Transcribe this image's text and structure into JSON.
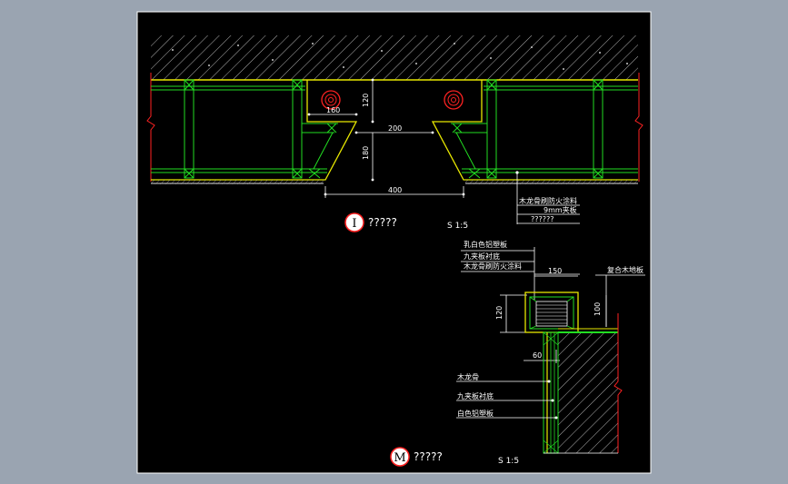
{
  "colors": {
    "background": "#9aa4b1",
    "canvas": "#000000",
    "frame": "#ffffff",
    "green": "#22dd22",
    "yellow": "#e8e800",
    "red": "#ff2222",
    "white": "#ffffff",
    "hatch": "#b0b0b0"
  },
  "detail_top": {
    "dims": {
      "d160": "160",
      "d120": "120",
      "d200": "200",
      "d180": "180",
      "d400": "400"
    },
    "notes": [
      "木龙骨刷防火涂料",
      "9mm夹板",
      "??????"
    ],
    "label": {
      "marker": "I",
      "title": "?????",
      "scale": "S 1:5"
    }
  },
  "detail_bottom": {
    "notes_top": [
      "乳白色铝塑板",
      "九夹板衬底",
      "木龙骨刷防火涂料"
    ],
    "right_note": "复合木地板",
    "dims": {
      "d150": "150",
      "d120": "120",
      "d100": "100",
      "d60": "60"
    },
    "notes_bottom": [
      "木龙骨",
      "九夹板衬底",
      "白色铝塑板"
    ],
    "label": {
      "marker": "M",
      "title": "?????",
      "scale": "S 1:5"
    }
  }
}
